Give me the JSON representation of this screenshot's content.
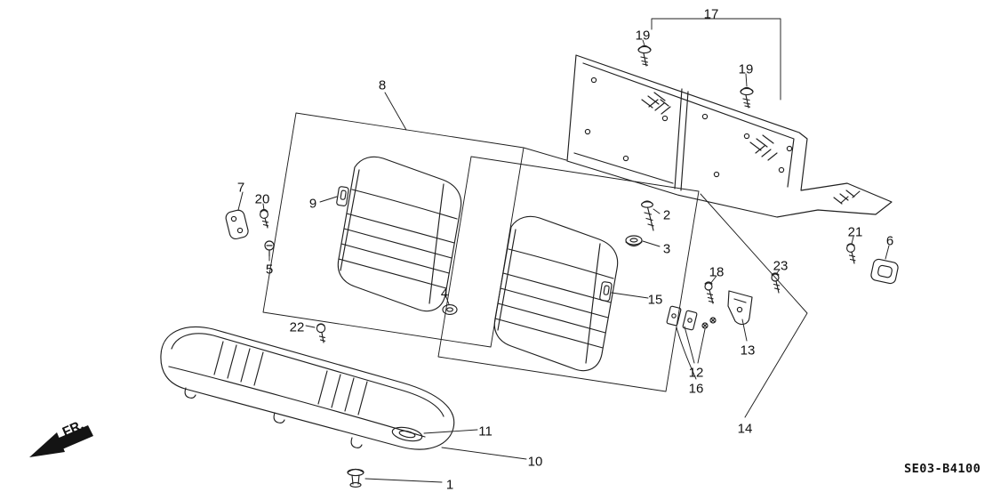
{
  "meta": {
    "drawing_code": "SE03-B4100",
    "direction_label": "FR."
  },
  "callouts": {
    "c1": "1",
    "c2": "2",
    "c3": "3",
    "c4": "4",
    "c5": "5",
    "c6": "6",
    "c7": "7",
    "c8": "8",
    "c9": "9",
    "c10": "10",
    "c11": "11",
    "c12": "12",
    "c13": "13",
    "c14": "14",
    "c15": "15",
    "c16": "16",
    "c17": "17",
    "c18": "18",
    "c19a": "19",
    "c19b": "19",
    "c20": "20",
    "c21": "21",
    "c22": "22",
    "c23": "23"
  }
}
